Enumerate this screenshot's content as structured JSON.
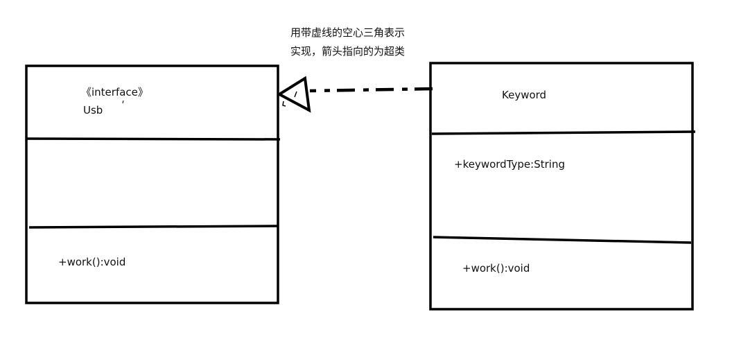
{
  "diagram": {
    "note": "用带虚线的空心三角表示实现，箭头指向的为超类",
    "interface_class": {
      "stereotype": "《interface》",
      "name": "Usb",
      "attributes": "",
      "method": "+work():void"
    },
    "impl_class": {
      "name": "Keyword",
      "attribute": "+keywordType:String",
      "method": "+work():void"
    },
    "relation": "realization",
    "colors": {
      "stroke": "#000000",
      "text": "#111111",
      "background": "#ffffff"
    }
  }
}
